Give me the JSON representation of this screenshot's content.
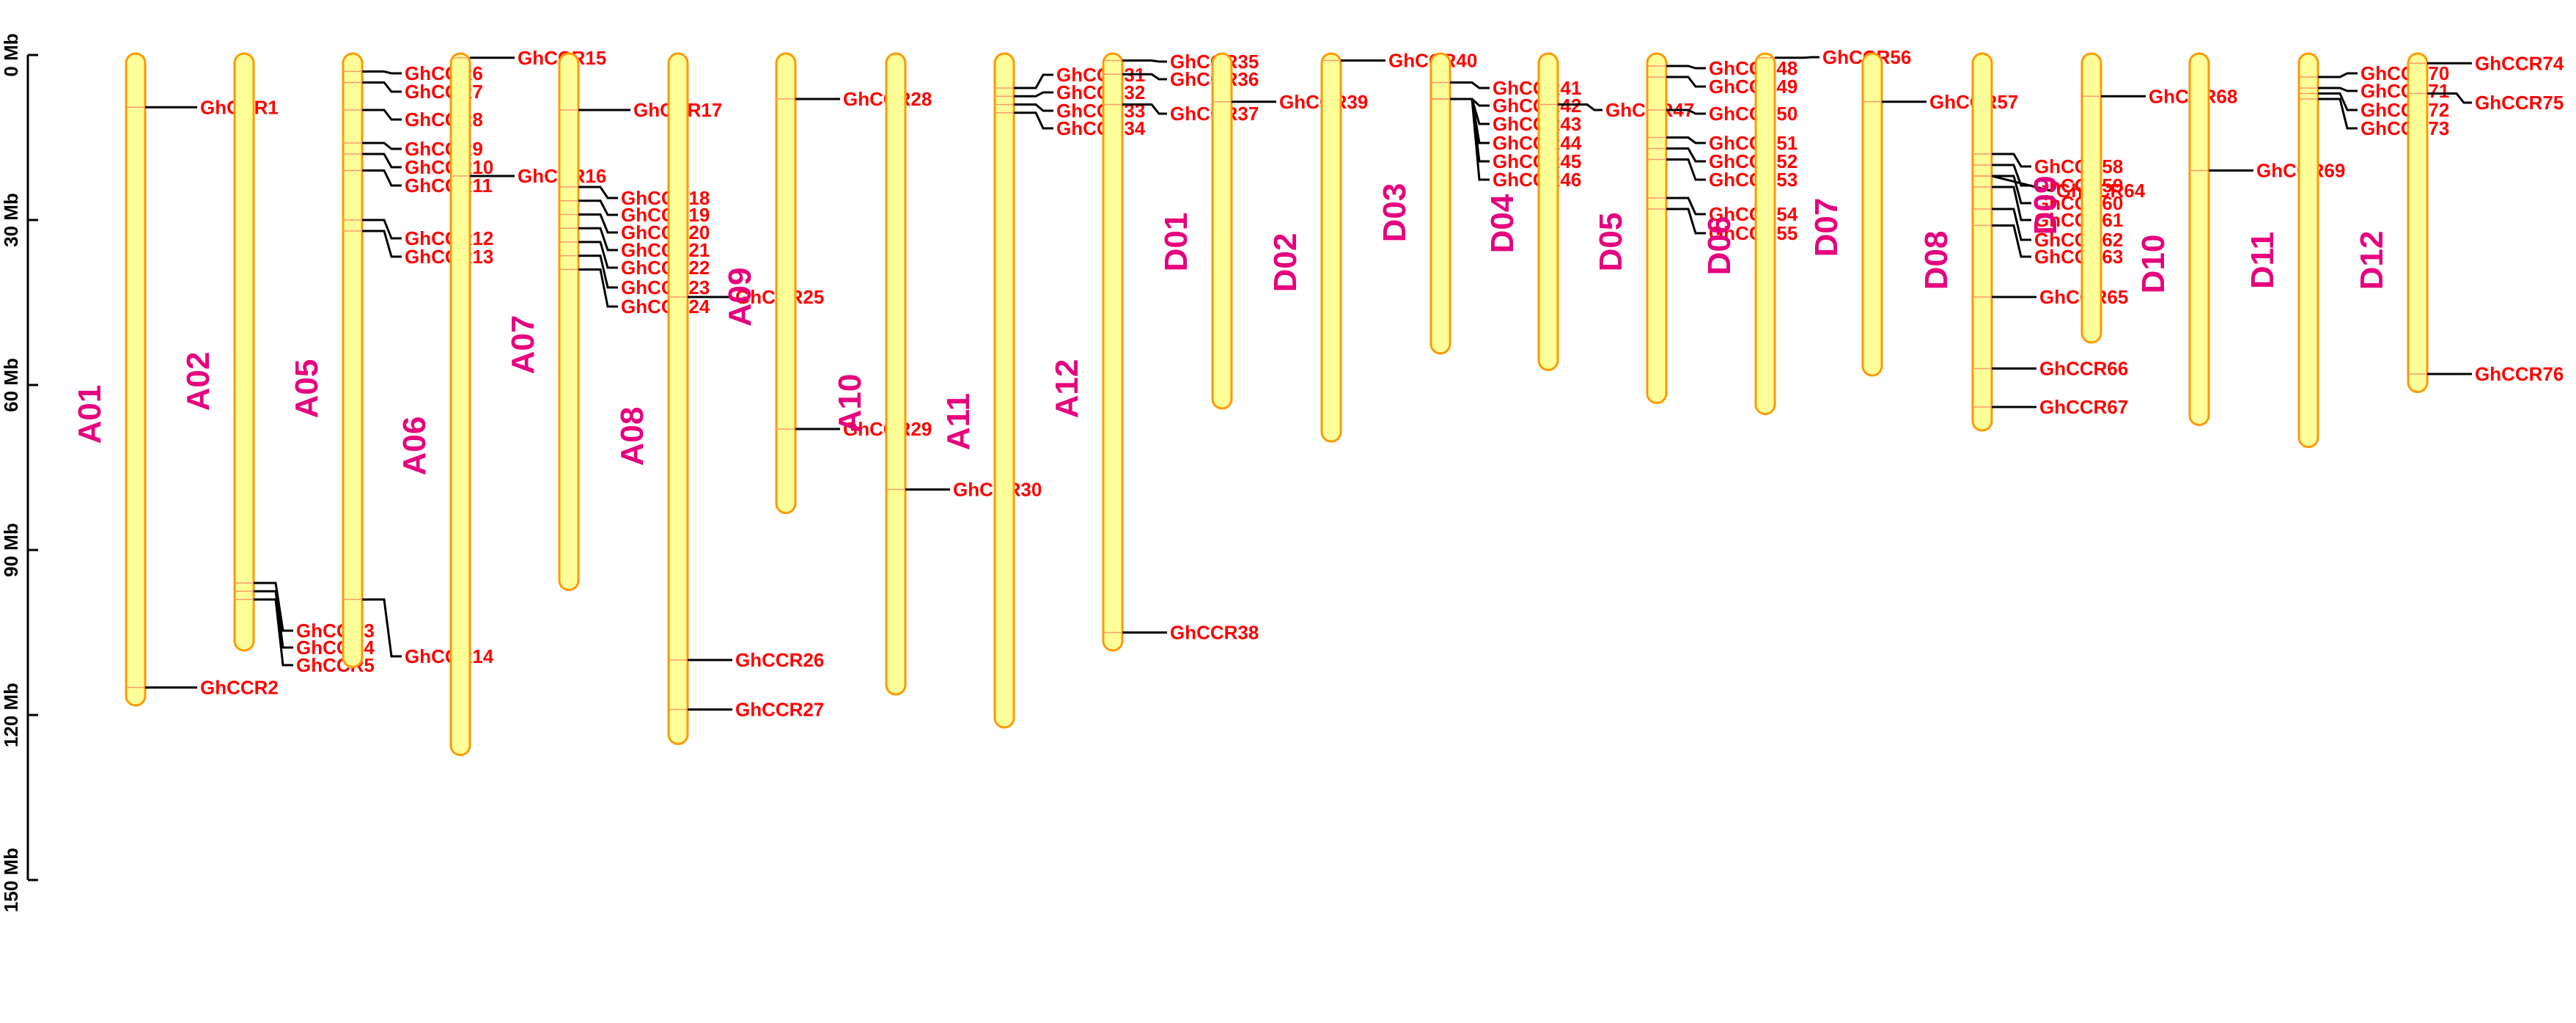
{
  "scale": {
    "unit": "Mb",
    "ticks": [
      {
        "value": 0,
        "label": "0 Mb"
      },
      {
        "value": 30,
        "label": "30 Mb"
      },
      {
        "value": 60,
        "label": "60 Mb"
      },
      {
        "value": 90,
        "label": "90 Mb"
      },
      {
        "value": 120,
        "label": "120 Mb"
      },
      {
        "value": 150,
        "label": "150 Mb"
      }
    ]
  },
  "colors": {
    "chromosome_fill": "#ffff99",
    "chromosome_border": "#ff9900",
    "chromosome_label": "#e6007e",
    "gene_label": "#ff0000",
    "connector": "#000000"
  },
  "chromosomes": [
    {
      "name": "A01",
      "length": 118,
      "genes": [
        {
          "name": "GhCCR1",
          "pos": 9.5
        },
        {
          "name": "GhCCR2",
          "pos": 115
        }
      ]
    },
    {
      "name": "A02",
      "length": 108,
      "genes": [
        {
          "name": "GhCCR3",
          "pos": 96
        },
        {
          "name": "GhCCR4",
          "pos": 97.5
        },
        {
          "name": "GhCCR5",
          "pos": 99
        }
      ]
    },
    {
      "name": "A05",
      "length": 111,
      "genes": [
        {
          "name": "GhCCR6",
          "pos": 3
        },
        {
          "name": "GhCCR7",
          "pos": 5
        },
        {
          "name": "GhCCR8",
          "pos": 10
        },
        {
          "name": "GhCCR9",
          "pos": 16
        },
        {
          "name": "GhCCR10",
          "pos": 18
        },
        {
          "name": "GhCCR11",
          "pos": 21
        },
        {
          "name": "GhCCR12",
          "pos": 30
        },
        {
          "name": "GhCCR13",
          "pos": 32
        },
        {
          "name": "GhCCR14",
          "pos": 99
        }
      ]
    },
    {
      "name": "A06",
      "length": 127,
      "genes": [
        {
          "name": "GhCCR15",
          "pos": 0.5
        },
        {
          "name": "GhCCR16",
          "pos": 22
        }
      ]
    },
    {
      "name": "A07",
      "length": 97,
      "genes": [
        {
          "name": "GhCCR17",
          "pos": 10
        },
        {
          "name": "GhCCR18",
          "pos": 24
        },
        {
          "name": "GhCCR19",
          "pos": 26.5
        },
        {
          "name": "GhCCR20",
          "pos": 29
        },
        {
          "name": "GhCCR21",
          "pos": 31.5
        },
        {
          "name": "GhCCR22",
          "pos": 34
        },
        {
          "name": "GhCCR23",
          "pos": 36.5
        },
        {
          "name": "GhCCR24",
          "pos": 39
        }
      ]
    },
    {
      "name": "A08",
      "length": 125,
      "genes": [
        {
          "name": "GhCCR25",
          "pos": 44
        },
        {
          "name": "GhCCR26",
          "pos": 110
        },
        {
          "name": "GhCCR27",
          "pos": 119
        }
      ]
    },
    {
      "name": "A09",
      "length": 83,
      "genes": [
        {
          "name": "GhCCR28",
          "pos": 8
        },
        {
          "name": "GhCCR29",
          "pos": 68
        }
      ]
    },
    {
      "name": "A10",
      "length": 116,
      "genes": [
        {
          "name": "GhCCR30",
          "pos": 79
        }
      ]
    },
    {
      "name": "A11",
      "length": 122,
      "genes": [
        {
          "name": "GhCCR31",
          "pos": 6
        },
        {
          "name": "GhCCR32",
          "pos": 7.5
        },
        {
          "name": "GhCCR33",
          "pos": 9
        },
        {
          "name": "GhCCR34",
          "pos": 10.5
        }
      ]
    },
    {
      "name": "A12",
      "length": 108,
      "genes": [
        {
          "name": "GhCCR35",
          "pos": 1
        },
        {
          "name": "GhCCR36",
          "pos": 3.5
        },
        {
          "name": "GhCCR37",
          "pos": 9
        },
        {
          "name": "GhCCR38",
          "pos": 105
        }
      ]
    },
    {
      "name": "D01",
      "length": 64,
      "genes": [
        {
          "name": "GhCCR39",
          "pos": 8.5
        }
      ]
    },
    {
      "name": "D02",
      "length": 70,
      "genes": [
        {
          "name": "GhCCR40",
          "pos": 1
        }
      ]
    },
    {
      "name": "D03",
      "length": 54,
      "genes": [
        {
          "name": "GhCCR41",
          "pos": 5
        },
        {
          "name": "GhCCR42",
          "pos": 8
        },
        {
          "name": "GhCCR43",
          "pos": 8
        },
        {
          "name": "GhCCR44",
          "pos": 8
        },
        {
          "name": "GhCCR45",
          "pos": 8
        },
        {
          "name": "GhCCR46",
          "pos": 8
        }
      ]
    },
    {
      "name": "D04",
      "length": 57,
      "genes": [
        {
          "name": "GhCCR47",
          "pos": 9
        }
      ]
    },
    {
      "name": "D05",
      "length": 63,
      "genes": [
        {
          "name": "GhCCR48",
          "pos": 2
        },
        {
          "name": "GhCCR49",
          "pos": 4
        },
        {
          "name": "GhCCR50",
          "pos": 10
        },
        {
          "name": "GhCCR51",
          "pos": 15
        },
        {
          "name": "GhCCR52",
          "pos": 17
        },
        {
          "name": "GhCCR53",
          "pos": 19
        },
        {
          "name": "GhCCR54",
          "pos": 26
        },
        {
          "name": "GhCCR55",
          "pos": 28
        }
      ]
    },
    {
      "name": "D06",
      "length": 65,
      "genes": [
        {
          "name": "GhCCR56",
          "pos": 0.5
        }
      ]
    },
    {
      "name": "D07",
      "length": 58,
      "genes": [
        {
          "name": "GhCCR57",
          "pos": 8.5
        }
      ]
    },
    {
      "name": "D08",
      "length": 68,
      "genes": [
        {
          "name": "GhCCR58",
          "pos": 18
        },
        {
          "name": "GhCCR59",
          "pos": 20
        },
        {
          "name": "GhCCR60",
          "pos": 22
        },
        {
          "name": "GhCCR61",
          "pos": 24
        },
        {
          "name": "GhCCR62",
          "pos": 28
        },
        {
          "name": "GhCCR63",
          "pos": 31
        },
        {
          "name": "GhCCR64",
          "pos": 22
        },
        {
          "name": "GhCCR65",
          "pos": 44
        },
        {
          "name": "GhCCR66",
          "pos": 57
        },
        {
          "name": "GhCCR67",
          "pos": 64
        }
      ]
    },
    {
      "name": "D09",
      "length": 52,
      "genes": [
        {
          "name": "GhCCR68",
          "pos": 7.5
        }
      ]
    },
    {
      "name": "D10",
      "length": 67,
      "genes": [
        {
          "name": "GhCCR69",
          "pos": 21
        }
      ]
    },
    {
      "name": "D11",
      "length": 71,
      "genes": [
        {
          "name": "GhCCR70",
          "pos": 4
        },
        {
          "name": "GhCCR71",
          "pos": 6
        },
        {
          "name": "GhCCR72",
          "pos": 7
        },
        {
          "name": "GhCCR73",
          "pos": 8
        }
      ]
    },
    {
      "name": "D12",
      "length": 61,
      "genes": [
        {
          "name": "GhCCR74",
          "pos": 1.5
        },
        {
          "name": "GhCCR75",
          "pos": 7
        },
        {
          "name": "GhCCR76",
          "pos": 58
        }
      ]
    }
  ]
}
